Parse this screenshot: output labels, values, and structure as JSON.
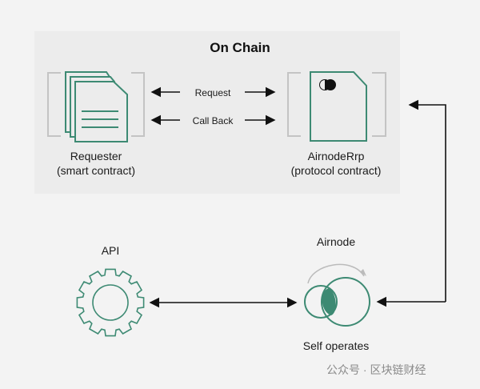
{
  "diagram": {
    "group_title": "On Chain",
    "requester": {
      "name": "Requester",
      "subtitle": "(smart contract)"
    },
    "airnoderrp": {
      "name": "AirnodeRrp",
      "subtitle": "(protocol contract)"
    },
    "arrows": {
      "request": "Request",
      "callback": "Call Back"
    },
    "api": {
      "name": "API"
    },
    "airnode": {
      "name": "Airnode",
      "subtitle": "Self operates"
    },
    "colors": {
      "accent": "#3d8a73",
      "bracket": "#c4c4c4",
      "panel": "#ececec",
      "background": "#f3f3f3"
    }
  },
  "watermark": {
    "text": "公众号 · 区块链财经"
  }
}
